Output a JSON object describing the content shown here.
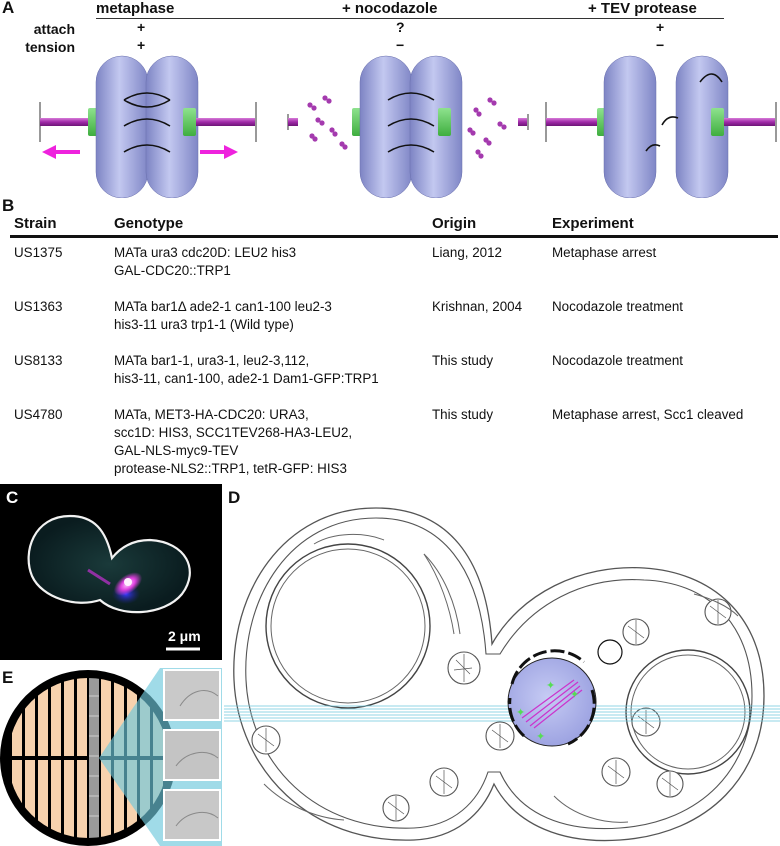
{
  "panel_a": {
    "letter": "A",
    "row_labels": [
      "attach",
      "tension"
    ],
    "columns": [
      {
        "title": "metaphase",
        "attach": "+",
        "tension": "+"
      },
      {
        "title": "+ nocodazole",
        "attach": "?",
        "tension": "−"
      },
      {
        "title": "+ TEV protease",
        "attach": "+",
        "tension": "−"
      }
    ]
  },
  "panel_b": {
    "letter": "B",
    "headers": [
      "Strain",
      "Genotype",
      "Origin",
      "Experiment"
    ],
    "rows": [
      {
        "strain": "US1375",
        "genotype": [
          "MATa ura3 cdc20D: LEU2 his3",
          "GAL-CDC20::TRP1"
        ],
        "origin": "Liang, 2012",
        "experiment": "Metaphase arrest"
      },
      {
        "strain": "US1363",
        "genotype": [
          "MATa bar1Δ ade2-1 can1-100 leu2-3",
          "his3-11 ura3 trp1-1 (Wild type)"
        ],
        "origin": "Krishnan, 2004",
        "experiment": "Nocodazole treatment"
      },
      {
        "strain": "US8133",
        "genotype": [
          "MATa bar1-1, ura3-1, leu2-3,112,",
          "his3-11, can1-100, ade2-1 Dam1-GFP:TRP1"
        ],
        "origin": "This study",
        "experiment": "Nocodazole treatment"
      },
      {
        "strain": "US4780",
        "genotype": [
          "MATa, MET3-HA-CDC20: URA3,",
          "scc1D: HIS3, SCC1TEV268-HA3-LEU2,",
          "GAL-NLS-myc9-TEV",
          "protease-NLS2::TRP1, tetR-GFP: HIS3"
        ],
        "origin": "This study",
        "experiment": "Metaphase arrest, Scc1 cleaved"
      }
    ]
  },
  "panel_c": {
    "letter": "C",
    "scale_bar": "2 μm"
  },
  "panel_d": {
    "letter": "D"
  },
  "panel_e": {
    "letter": "E"
  },
  "colors": {
    "chromatid": "#aab0e0",
    "microtubule": "#b03ab8",
    "kinetochore": "#55cc55",
    "arrow": "#ee22dd",
    "fluor_bg": "#000000",
    "grid_square": "#f7d2ae",
    "beam": "#6dc7dc"
  }
}
